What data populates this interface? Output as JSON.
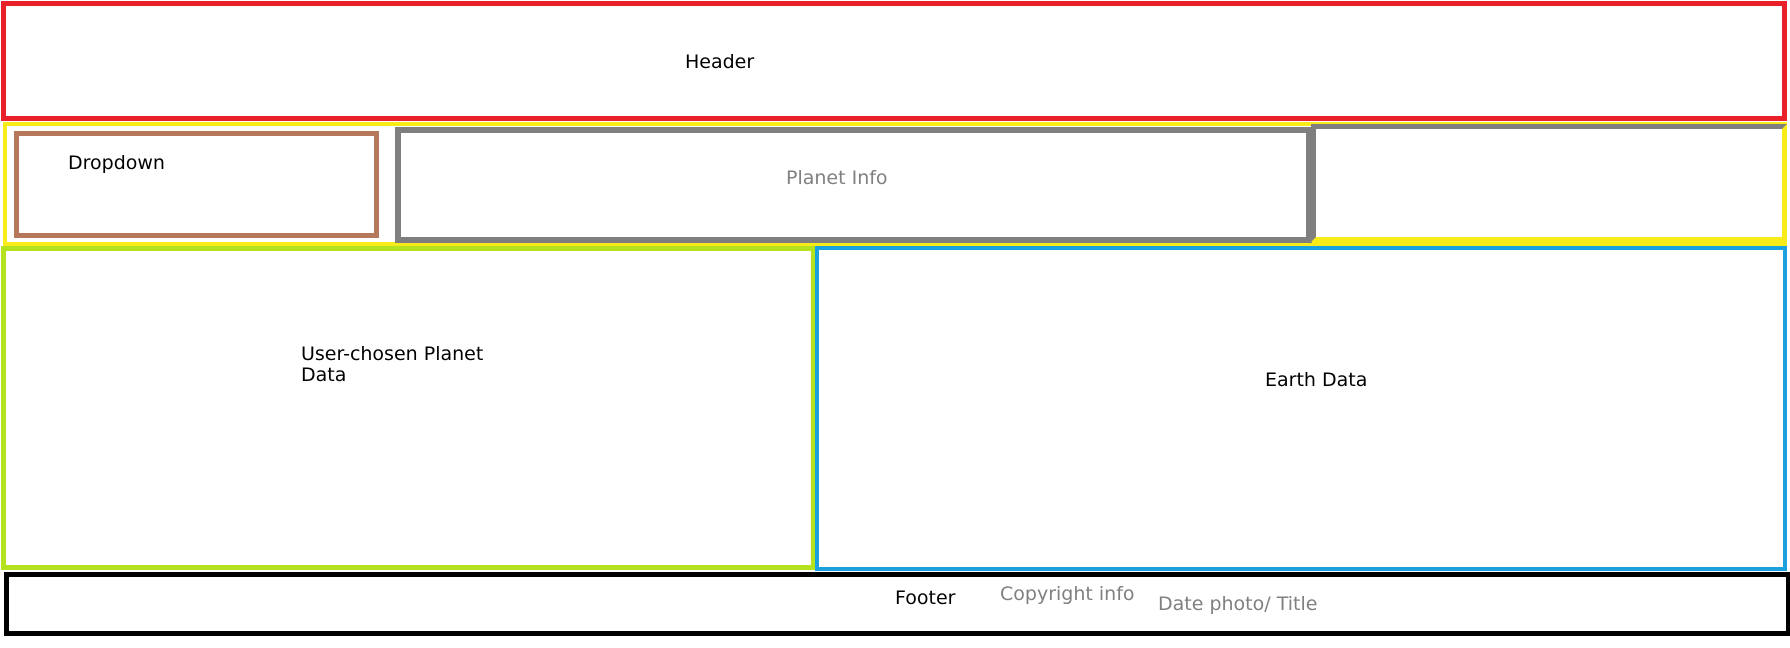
{
  "header": {
    "label": "Header"
  },
  "dropdown": {
    "label": "Dropdown"
  },
  "planet_info": {
    "label": "Planet Info"
  },
  "user_planet_data": {
    "label": "User-chosen Planet\nData"
  },
  "earth_data": {
    "label": "Earth Data"
  },
  "footer": {
    "label": "Footer",
    "copyright": "Copyright info",
    "date_photo_title": "Date photo/ Title"
  },
  "colors": {
    "header_border": "#e8202a",
    "middle_row_border": "#f7ec1a",
    "dropdown_border": "#b5785a",
    "planet_info_border": "#7f7f7f",
    "user_planet_border": "#b4e21e",
    "earth_data_border": "#19a2de",
    "footer_border": "#000000",
    "muted_text": "#808080"
  }
}
